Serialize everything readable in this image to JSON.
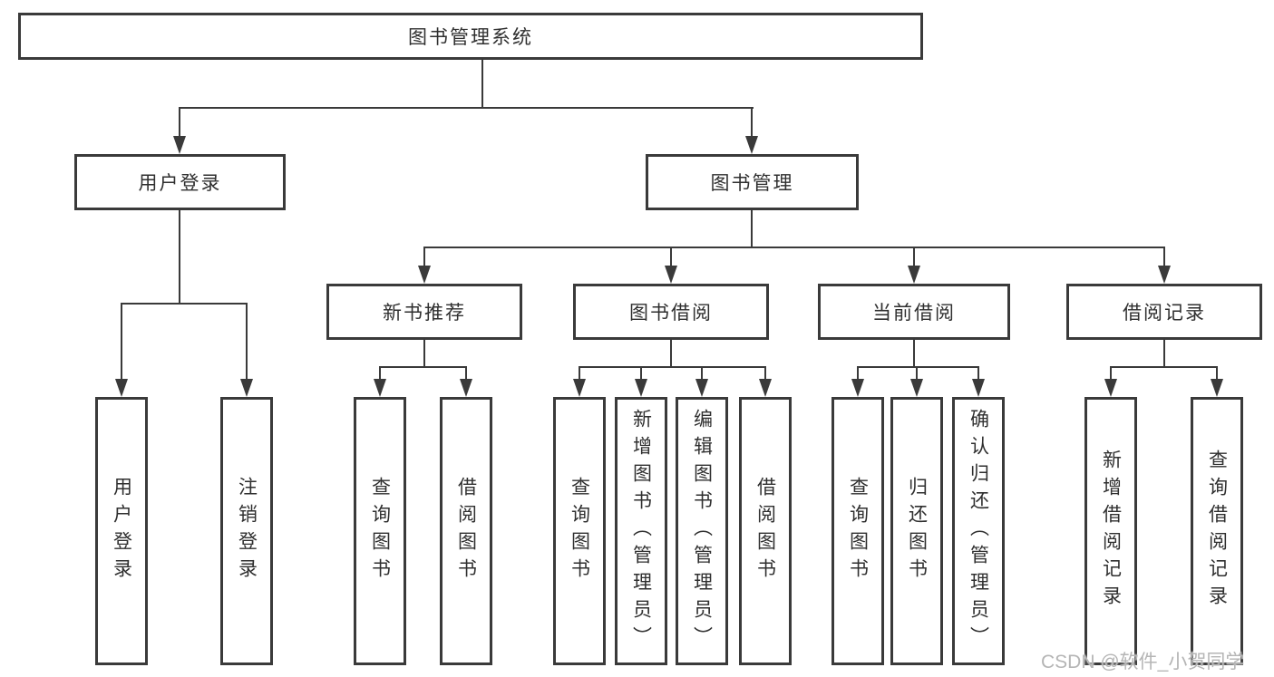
{
  "diagram": {
    "root": {
      "label": "图书管理系统"
    },
    "level2": [
      {
        "label": "用户登录"
      },
      {
        "label": "图书管理"
      }
    ],
    "level3": [
      {
        "label": "新书推荐"
      },
      {
        "label": "图书借阅"
      },
      {
        "label": "当前借阅"
      },
      {
        "label": "借阅记录"
      }
    ],
    "leaves": [
      {
        "label": "用户登录"
      },
      {
        "label": "注销登录"
      },
      {
        "label": "查询图书"
      },
      {
        "label": "借阅图书"
      },
      {
        "label": "查询图书"
      },
      {
        "label": "新增图书（管理员）"
      },
      {
        "label": "编辑图书（管理员）"
      },
      {
        "label": "借阅图书"
      },
      {
        "label": "查询图书"
      },
      {
        "label": "归还图书"
      },
      {
        "label": "确认归还（管理员）"
      },
      {
        "label": "新增借阅记录"
      },
      {
        "label": "查询借阅记录"
      }
    ],
    "watermark": "CSDN @软件_小贺同学",
    "colors": {
      "line": "#3a3a3a",
      "box_border": "#3a3a3a",
      "text": "#2f2f2f",
      "watermark": "#b5b5b5",
      "background": "#ffffff"
    }
  }
}
